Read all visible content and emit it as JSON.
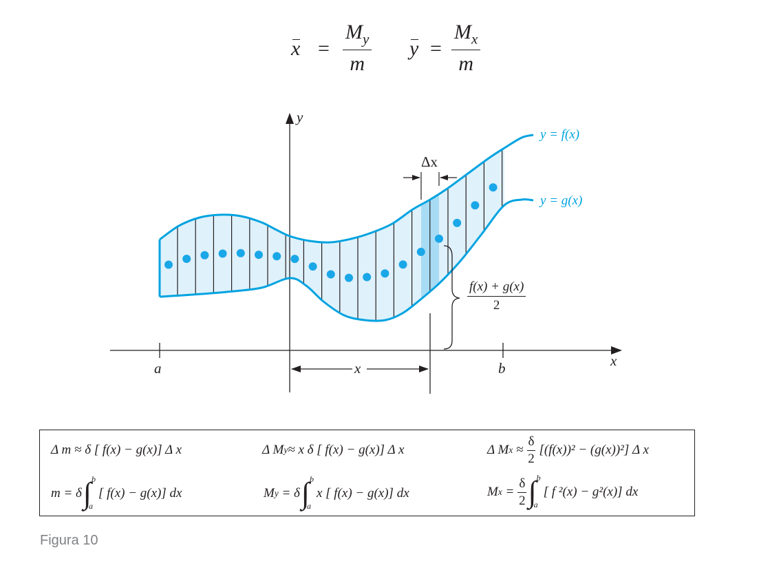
{
  "formulas_top": {
    "xbar": "x",
    "equals": "=",
    "My_M": "M",
    "My_sub": "y",
    "den_m": "m",
    "ybar": "y",
    "Mx_M": "M",
    "Mx_sub": "x"
  },
  "diagram": {
    "y_axis_label": "y",
    "x_axis_label": "x",
    "a_label": "a",
    "b_label": "b",
    "x_distance_label": "x",
    "delta_x_label": "Δx",
    "f_curve_label": "y = f(x)",
    "g_curve_label": "y = g(x)",
    "midpoint_label_num": "f(x) + g(x)",
    "midpoint_label_den": "2",
    "colors": {
      "curve": "#00a3e0",
      "fill": "#dff1fb",
      "strip": "#a8dcf5",
      "dot": "#1aa7e8",
      "ink": "#231f20"
    }
  },
  "box": {
    "r1c1": {
      "lhs": "Δ m ≈ δ [ f(x) − g(x)] Δ x"
    },
    "r1c2": {
      "lhs": "Δ M",
      "sub": "y",
      "rhs": " ≈ x δ [ f(x) − g(x)] Δ x"
    },
    "r1c3": {
      "lhs": "Δ M",
      "sub": "x",
      "mid": " ≈ ",
      "num": "δ",
      "den": "2",
      "rhs": " [(f(x))² − (g(x))²] Δ x"
    },
    "r2c1": {
      "lhs": "m = δ",
      "upper": "b",
      "lower": "a",
      "rhs": "[ f(x) − g(x)] dx"
    },
    "r2c2": {
      "lhs": "M",
      "sub": "y",
      "mid": " = δ",
      "upper": "b",
      "lower": "a",
      "rhs": "x [ f(x) − g(x)] dx"
    },
    "r2c3": {
      "lhs": "M",
      "sub": "x",
      "mid": " = ",
      "num": "δ",
      "den": "2",
      "upper": "b",
      "lower": "a",
      "rhs": "[ f ²(x) − g²(x)] dx"
    }
  },
  "caption": "Figura 10"
}
